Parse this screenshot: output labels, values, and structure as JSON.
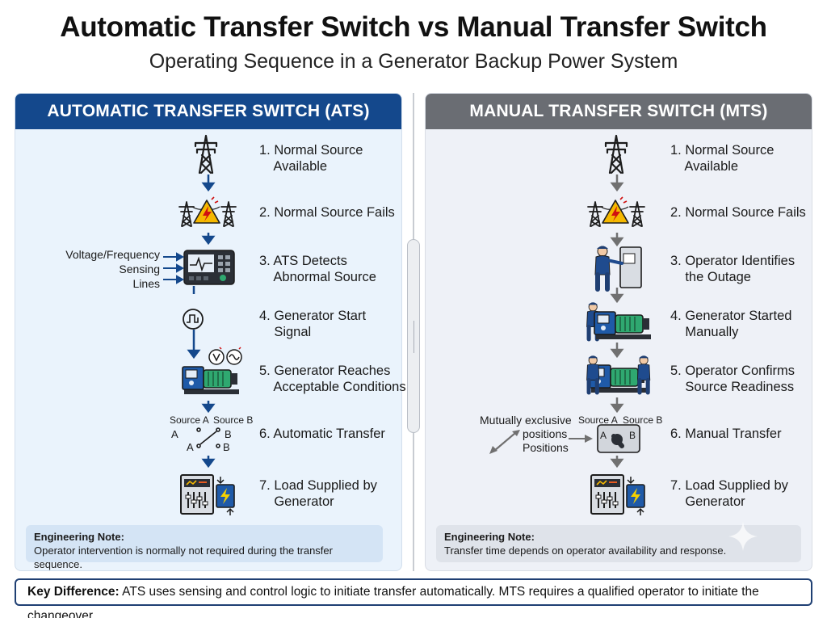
{
  "title": "Automatic Transfer Switch vs Manual Transfer Switch",
  "subtitle": "Operating Sequence in a Generator Backup Power System",
  "colors": {
    "ats_header": "#14488c",
    "mts_header": "#6a6d73",
    "arrow_blue": "#14488c",
    "arrow_gray": "#707070",
    "warning": "#f5b800"
  },
  "ats": {
    "header": "AUTOMATIC TRANSFER SWITCH (ATS)",
    "steps": [
      {
        "line1": "1. Normal Source",
        "line2": "    Available",
        "icon": "transmission-tower-icon"
      },
      {
        "line1": "2. Normal Source Fails",
        "line2": "",
        "icon": "failed-power-lines-icon"
      },
      {
        "line1": "3. ATS Detects",
        "line2": "    Abnormal Source",
        "icon": "ats-controller-icon"
      },
      {
        "line1": "4. Generator Start",
        "line2": "    Signal",
        "icon": "start-signal-icon"
      },
      {
        "line1": "5. Generator Reaches",
        "line2": "    Acceptable Conditions",
        "icon": "generator-icon"
      },
      {
        "line1": "6. Automatic Transfer",
        "line2": "",
        "icon": "transfer-switch-icon"
      },
      {
        "line1": "7. Load Supplied by",
        "line2": "    Generator",
        "icon": "load-panel-icon"
      }
    ],
    "sensing_label": [
      "Voltage/Frequency",
      "Sensing",
      "Lines"
    ],
    "source_a": "Source A",
    "source_b": "Source B",
    "note_title": "Engineering Note:",
    "note_text": "Operator intervention is normally not required during the transfer sequence."
  },
  "mts": {
    "header": "MANUAL TRANSFER SWITCH (MTS)",
    "steps": [
      {
        "line1": "1. Normal Source",
        "line2": "    Available",
        "icon": "transmission-tower-icon"
      },
      {
        "line1": "2. Normal Source Fails",
        "line2": "",
        "icon": "failed-power-lines-icon"
      },
      {
        "line1": "3. Operator Identifies",
        "line2": "    the Outage",
        "icon": "operator-panel-icon"
      },
      {
        "line1": "4. Generator Started",
        "line2": "    Manually",
        "icon": "operator-generator-icon"
      },
      {
        "line1": "5. Operator Confirms",
        "line2": "    Source Readiness",
        "icon": "operators-generator-icon"
      },
      {
        "line1": "6. Manual Transfer",
        "line2": "",
        "icon": "manual-switch-icon"
      },
      {
        "line1": "7. Load Supplied by",
        "line2": "    Generator",
        "icon": "load-panel-icon"
      }
    ],
    "exclusive_label": [
      "Mutually exclusive",
      "positions",
      "Positions"
    ],
    "source_a": "Source A",
    "source_b": "Source B",
    "note_title": "Engineering Note:",
    "note_text": "Transfer time depends on operator availability and response."
  },
  "key_difference": {
    "label": "Key Difference:",
    "text": " ATS uses sensing and control logic to initiate transfer automatically. MTS requires a qualified operator to initiate the changeover."
  }
}
